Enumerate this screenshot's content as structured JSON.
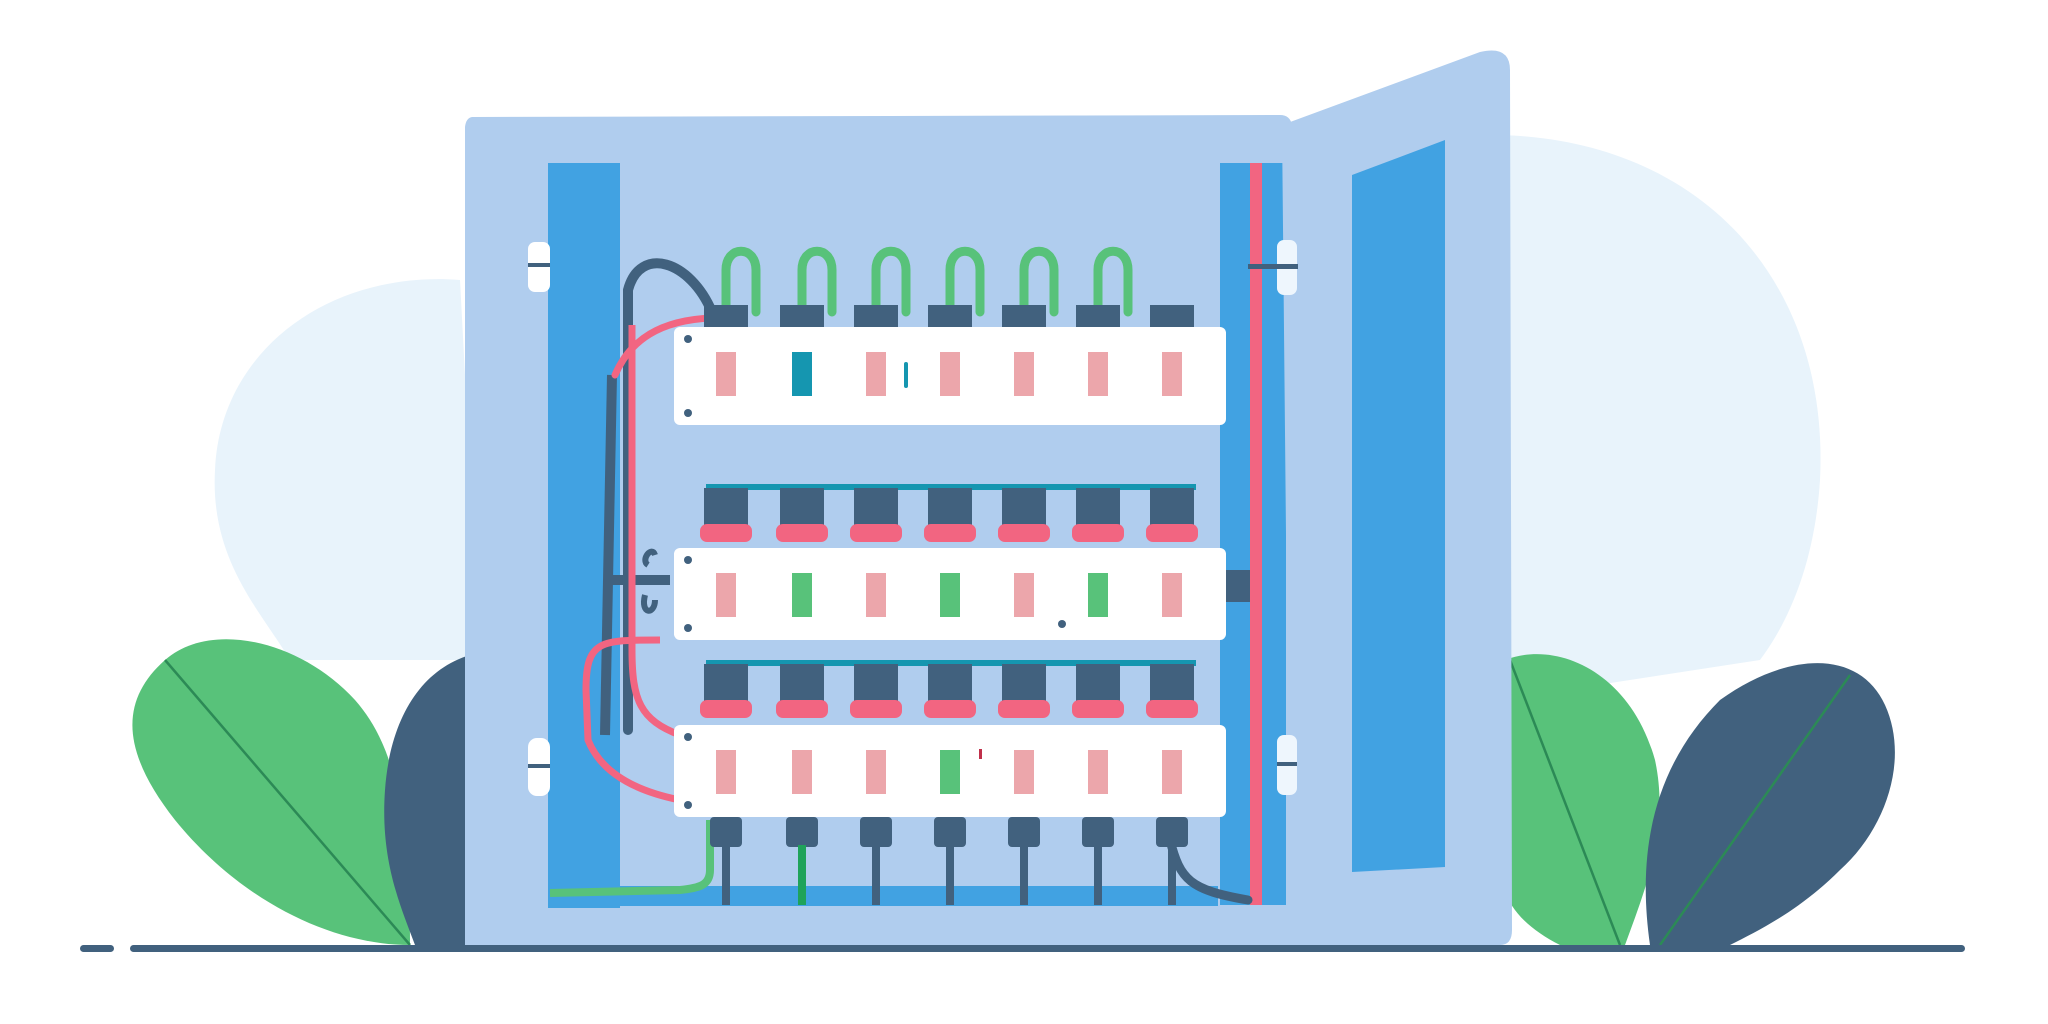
{
  "illustration": {
    "subject": "electrical-distribution-panel",
    "door_state": "open",
    "breaker_rows": [
      {
        "row": 1,
        "breaker_count": 7,
        "indicator_colors": [
          "pink",
          "teal",
          "pink",
          "pink",
          "pink",
          "pink",
          "pink"
        ]
      },
      {
        "row": 2,
        "breaker_count": 7,
        "indicator_colors": [
          "pink",
          "green",
          "pink",
          "green",
          "pink",
          "green",
          "pink"
        ]
      },
      {
        "row": 3,
        "breaker_count": 7,
        "indicator_colors": [
          "pink",
          "pink",
          "pink",
          "green",
          "pink",
          "pink",
          "pink"
        ]
      }
    ],
    "decorations": [
      "leaf-icon",
      "leaf-icon",
      "leaf-icon",
      "leaf-icon",
      "background-blob"
    ]
  },
  "colors": {
    "background": "#ffffff",
    "blob": "#e8f3fb",
    "cabinet": "#b0cdee",
    "cabinet_inner_rail": "#41a2e2",
    "door_panel": "#41a2e2",
    "breaker_dark": "#41617e",
    "breaker_plate": "#ffffff",
    "wire_pink": "#f26581",
    "wire_green": "#58c27a",
    "indicator_pink": "#eca6ab",
    "indicator_green": "#58c27a",
    "indicator_teal": "#1596b0",
    "leaf_green": "#58c27a",
    "leaf_dark": "#41617e",
    "ground_line": "#41617e"
  }
}
